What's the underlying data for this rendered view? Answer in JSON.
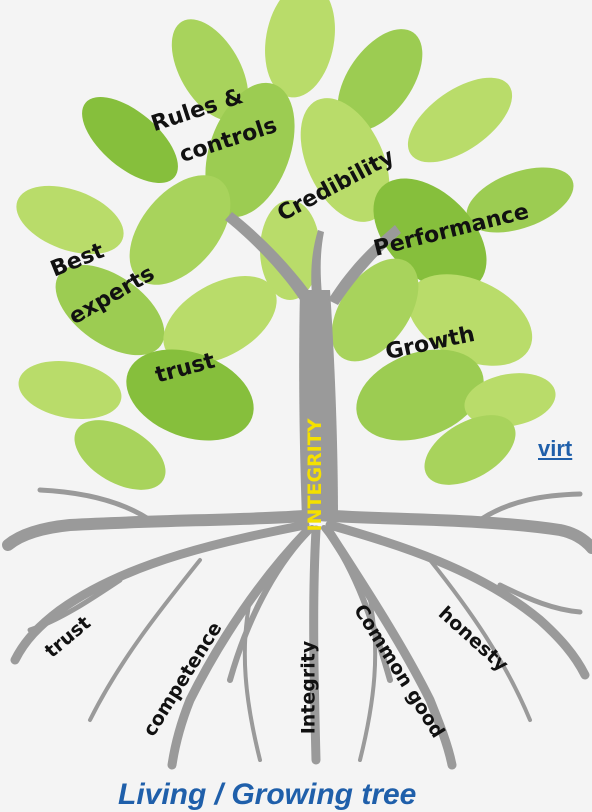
{
  "diagram": {
    "trunk_label": "INTEGRITY",
    "side_link": "virt",
    "caption": "Living / Growing tree",
    "canopy_labels": {
      "rules_line1": "Rules &",
      "rules_line2": "controls",
      "credibility": "Credibility",
      "performance": "Performance",
      "best": "Best",
      "experts": "experts",
      "trust": "trust",
      "growth": "Growth"
    },
    "root_labels": {
      "trust": "trust",
      "competence": "competence",
      "integrity": "Integrity",
      "common_good": "Common good",
      "honesty": "honesty"
    },
    "colors": {
      "leaf_light": "#b9dc6a",
      "leaf_mid": "#9ccc52",
      "leaf_dark": "#86bf3c",
      "trunk": "#9a9a9a",
      "trunk_label": "#f5e000",
      "link": "#1f5faa"
    }
  }
}
